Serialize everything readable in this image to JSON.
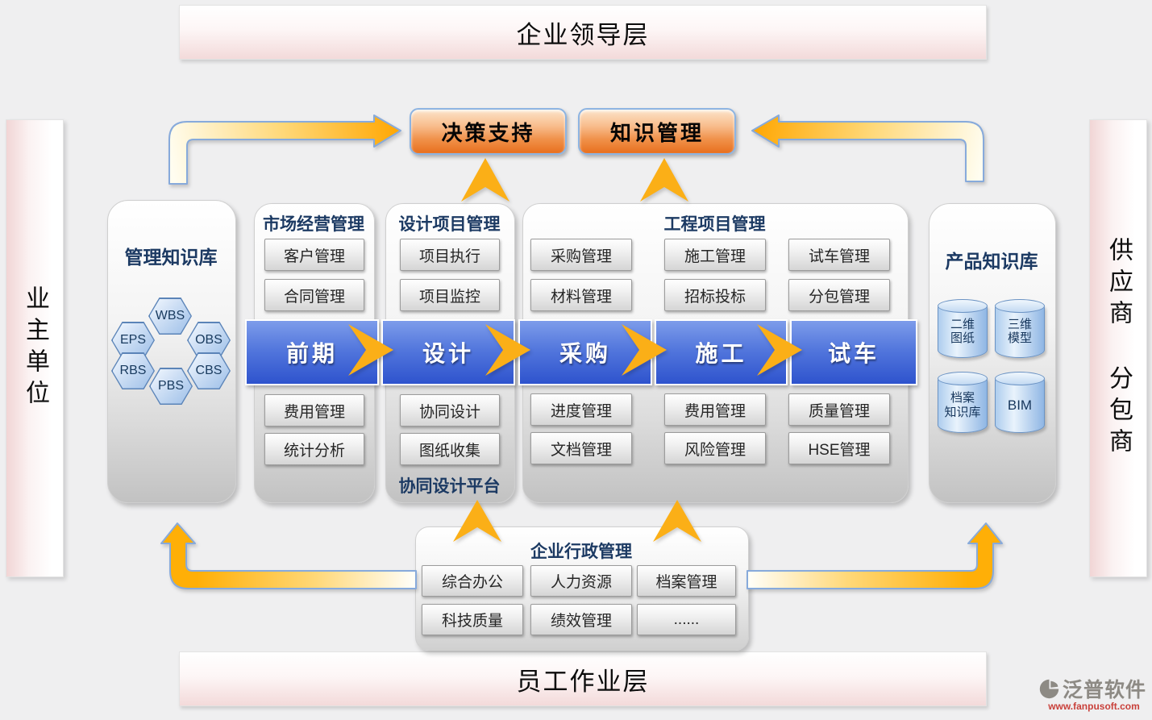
{
  "top_bar": {
    "label": "企业领导层"
  },
  "bottom_bar": {
    "label": "员工作业层"
  },
  "left_bar": {
    "label": "业主单位"
  },
  "right_bar": {
    "labels": [
      "供应商",
      "分包商"
    ]
  },
  "top_buttons": {
    "decision": "决策支持",
    "knowledge": "知识管理"
  },
  "management_kb": {
    "title": "管理知识库",
    "hexagons": [
      "WBS",
      "EPS",
      "OBS",
      "RBS",
      "CBS",
      "PBS"
    ]
  },
  "market": {
    "title": "市场经营管理",
    "top_buttons": [
      "客户管理",
      "合同管理"
    ],
    "bottom_buttons": [
      "费用管理",
      "统计分析"
    ]
  },
  "design": {
    "title": "设计项目管理",
    "top_buttons": [
      "项目执行",
      "项目监控"
    ],
    "bottom_buttons": [
      "协同设计",
      "图纸收集"
    ],
    "caption": "协同设计平台"
  },
  "engineering": {
    "title": "工程项目管理",
    "top_buttons": [
      "采购管理",
      "施工管理",
      "试车管理",
      "材料管理",
      "招标投标",
      "分包管理"
    ],
    "bottom_buttons": [
      "进度管理",
      "费用管理",
      "质量管理",
      "文档管理",
      "风险管理",
      "HSE管理"
    ]
  },
  "process_band": {
    "stages": [
      "前期",
      "设计",
      "采购",
      "施工",
      "试车"
    ]
  },
  "product_kb": {
    "title": "产品知识库",
    "cylinders": [
      {
        "lines": [
          "二维",
          "图纸"
        ]
      },
      {
        "lines": [
          "三维",
          "模型"
        ]
      },
      {
        "lines": [
          "档案",
          "知识库"
        ]
      },
      {
        "lines": [
          "BIM"
        ]
      }
    ]
  },
  "admin": {
    "title": "企业行政管理",
    "buttons": [
      "综合办公",
      "人力资源",
      "档案管理",
      "科技质量",
      "绩效管理",
      "......"
    ]
  },
  "logo": {
    "name": "泛普软件",
    "url": "www.fanpusoft.com"
  },
  "colors": {
    "gold": "#FBAF17",
    "navy": "#1C3A63",
    "band_blue": "#2E53CD",
    "button_orange": "#E86F1E",
    "layer_pink": "#F3DADA"
  }
}
